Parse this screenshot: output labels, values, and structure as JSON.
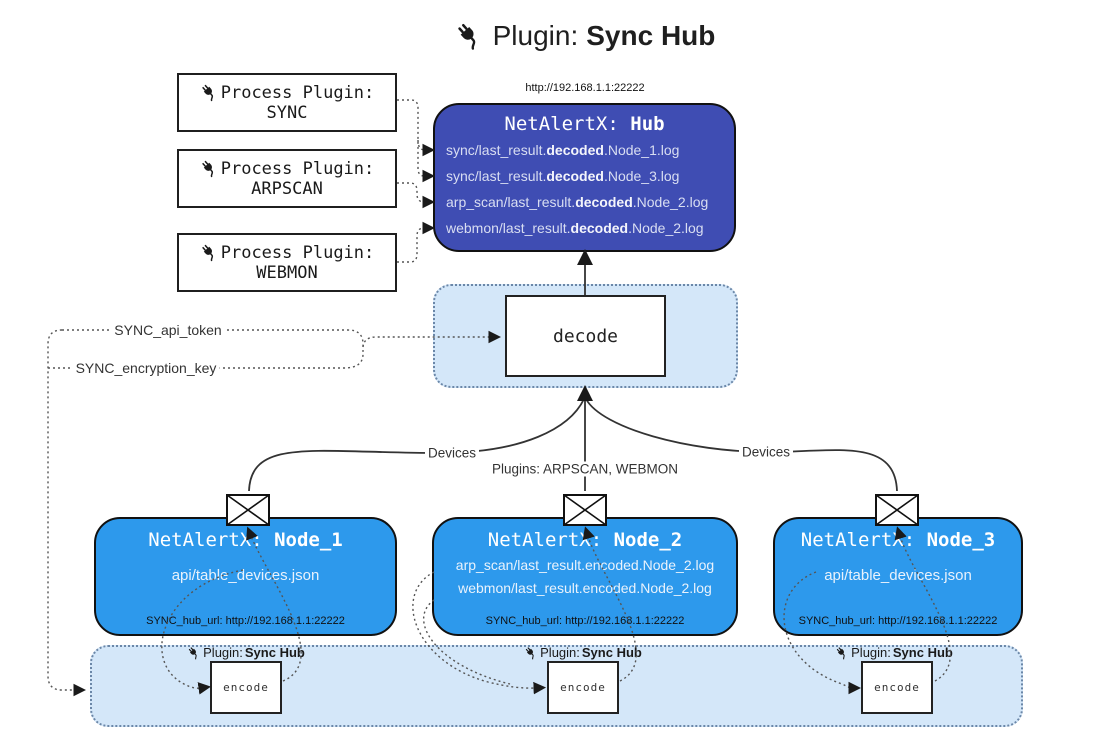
{
  "title": {
    "icon": "plug-icon",
    "prefix": "Plugin:",
    "name": "Sync Hub"
  },
  "process_plugins": [
    {
      "label": "Process Plugin:",
      "name": "SYNC"
    },
    {
      "label": "Process Plugin:",
      "name": "ARPSCAN"
    },
    {
      "label": "Process Plugin:",
      "name": "WEBMON"
    }
  ],
  "hub": {
    "url": "http://192.168.1.1:22222",
    "title_prefix": "NetAlertX: ",
    "title_name": "Hub",
    "lines": [
      {
        "pre": "sync/last_result.",
        "bold": "decoded",
        "post": ".Node_1.log"
      },
      {
        "pre": "sync/last_result.",
        "bold": "decoded",
        "post": ".Node_3.log"
      },
      {
        "pre": "arp_scan/last_result.",
        "bold": "decoded",
        "post": ".Node_2.log"
      },
      {
        "pre": "webmon/last_result.",
        "bold": "decoded",
        "post": ".Node_2.log"
      }
    ]
  },
  "decode_box": {
    "label": "decode"
  },
  "config_keys": {
    "api_token": "SYNC_api_token",
    "encryption_key": "SYNC_encryption_key"
  },
  "edge_labels": {
    "devices_left": "Devices",
    "devices_right": "Devices",
    "plugins_center": "Plugins: ARPSCAN, WEBMON"
  },
  "nodes": [
    {
      "title_prefix": "NetAlertX: ",
      "title_name": "Node_1",
      "files": [
        "api/table_devices.json"
      ],
      "hub_url": "SYNC_hub_url: http://192.168.1.1:22222"
    },
    {
      "title_prefix": "NetAlertX: ",
      "title_name": "Node_2",
      "files": [
        "arp_scan/last_result.encoded.Node_2.log",
        "webmon/last_result.encoded.Node_2.log"
      ],
      "hub_url": "SYNC_hub_url: http://192.168.1.1:22222"
    },
    {
      "title_prefix": "NetAlertX: ",
      "title_name": "Node_3",
      "files": [
        "api/table_devices.json"
      ],
      "hub_url": "SYNC_hub_url: http://192.168.1.1:22222"
    }
  ],
  "encoders": [
    {
      "plugin_prefix": "Plugin: ",
      "plugin_name": "Sync Hub",
      "box_label": "encode"
    },
    {
      "plugin_prefix": "Plugin: ",
      "plugin_name": "Sync Hub",
      "box_label": "encode"
    },
    {
      "plugin_prefix": "Plugin: ",
      "plugin_name": "Sync Hub",
      "box_label": "encode"
    }
  ],
  "colors": {
    "hub_fill": "#3f4db3",
    "node_fill": "#2d99ec",
    "container_fill": "#d4e7f9",
    "container_border": "#6b87a8",
    "box_border": "#111111"
  }
}
